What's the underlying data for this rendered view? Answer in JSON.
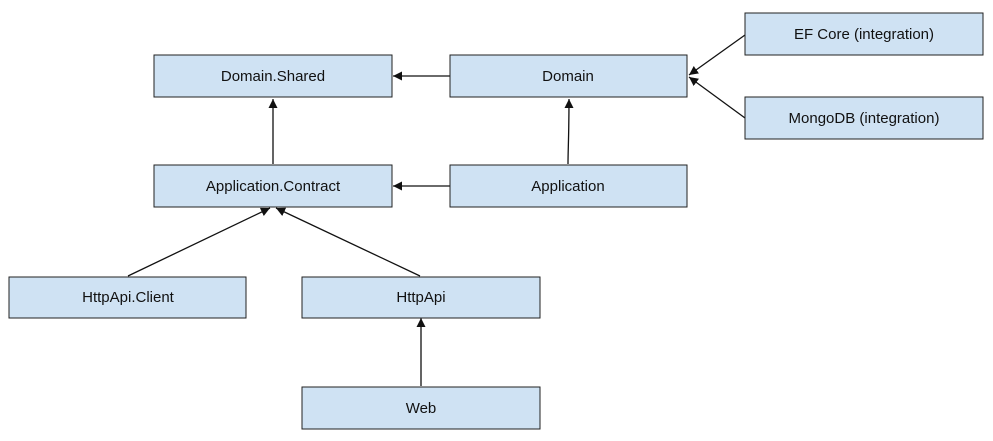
{
  "diagram": {
    "nodes": {
      "domain_shared": "Domain.Shared",
      "domain": "Domain",
      "ef_core": "EF Core (integration)",
      "mongodb": "MongoDB (integration)",
      "application_contract": "Application.Contract",
      "application": "Application",
      "httpapi_client": "HttpApi.Client",
      "httpapi": "HttpApi",
      "web": "Web"
    },
    "edges": [
      {
        "from": "domain",
        "to": "domain_shared"
      },
      {
        "from": "ef_core",
        "to": "domain"
      },
      {
        "from": "mongodb",
        "to": "domain"
      },
      {
        "from": "application_contract",
        "to": "domain_shared"
      },
      {
        "from": "application",
        "to": "domain"
      },
      {
        "from": "application",
        "to": "application_contract"
      },
      {
        "from": "httpapi_client",
        "to": "application_contract"
      },
      {
        "from": "httpapi",
        "to": "application_contract"
      },
      {
        "from": "web",
        "to": "httpapi"
      }
    ],
    "colors": {
      "node_fill": "#cfe2f3",
      "node_border": "#222222",
      "edge": "#111111"
    }
  }
}
